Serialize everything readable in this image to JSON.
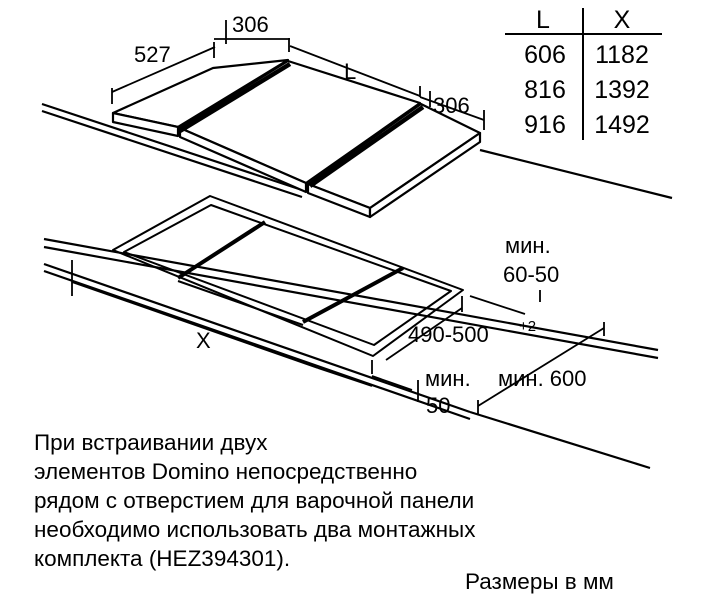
{
  "dimensions": {
    "depth": "527",
    "width_left": "306",
    "length": "L",
    "width_right": "306",
    "cutout_length": "X",
    "min_edge_top_label": "мин.",
    "min_edge_top_value": "60-50",
    "cutout_depth": "490-500",
    "cutout_depth_tolerance": "+2",
    "min_gap_label": "мин.",
    "min_gap_value": "50",
    "min_worktop": "мин. 600"
  },
  "table": {
    "headers": [
      "L",
      "X"
    ],
    "rows": [
      [
        "606",
        "1182"
      ],
      [
        "816",
        "1392"
      ],
      [
        "916",
        "1492"
      ]
    ]
  },
  "note_lines": [
    "При встраивании двух",
    "элементов Domino непосредственно",
    "рядом с отверстием для варочной панели",
    "необходимо использовать два монтажных",
    "комплекта (HEZ394301)."
  ],
  "units_caption": "Размеры в мм"
}
